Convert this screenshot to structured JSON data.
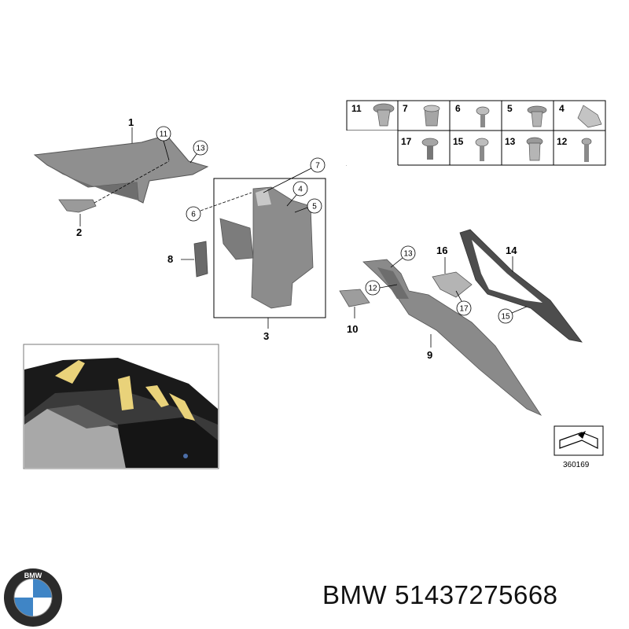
{
  "diagram": {
    "part_labels": {
      "p1": "1",
      "p2": "2",
      "p3": "3",
      "p8": "8",
      "p9": "9",
      "p10": "10",
      "p14": "14",
      "p16": "16"
    },
    "callouts": {
      "c11": "11",
      "c13a": "13",
      "c7": "7",
      "c4": "4",
      "c6": "6",
      "c5": "5",
      "c13b": "13",
      "c12": "12",
      "c17": "17",
      "c15": "15"
    },
    "fastener_grid": {
      "row1": [
        "11",
        "7",
        "6",
        "5",
        "4"
      ],
      "row2": [
        "17",
        "15",
        "13",
        "12"
      ]
    },
    "reference_code": "360169"
  },
  "footer": {
    "brand": "BMW",
    "part_number": "51437275668"
  },
  "colors": {
    "part_gray": "#8d8d8d",
    "part_dark": "#5a5a5a",
    "highlight_yellow": "#e9d27a",
    "line": "#000000"
  }
}
